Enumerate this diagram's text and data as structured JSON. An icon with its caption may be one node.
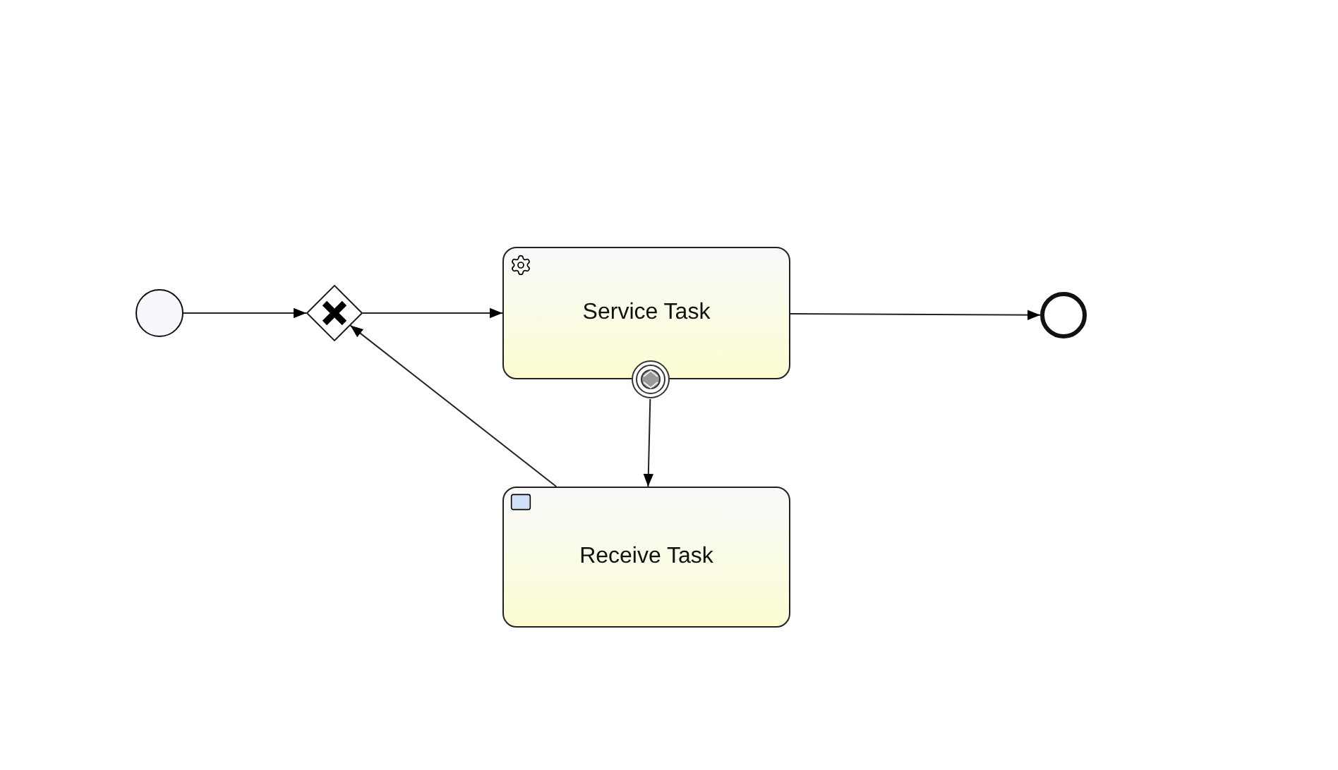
{
  "diagram": {
    "nodes": [
      {
        "text": [],
        "shape": "circle"
      },
      {
        "text": [],
        "shape": "diamond"
      },
      {
        "text": [
          "Service Task"
        ]
      },
      {
        "text": [],
        "shape": "circle"
      },
      {
        "text": [
          "Receive Task"
        ]
      },
      {
        "text": [],
        "shape": "circle"
      }
    ],
    "edges": [
      {
        "from": 0,
        "to": 1,
        "arrow": "to"
      },
      {
        "from": 1,
        "to": 2,
        "arrow": "to"
      },
      {
        "from": 2,
        "to": 5,
        "arrow": "to"
      },
      {
        "from": 3,
        "to": 4,
        "arrow": "to"
      },
      {
        "from": 4,
        "to": 1,
        "arrow": "to"
      }
    ]
  }
}
